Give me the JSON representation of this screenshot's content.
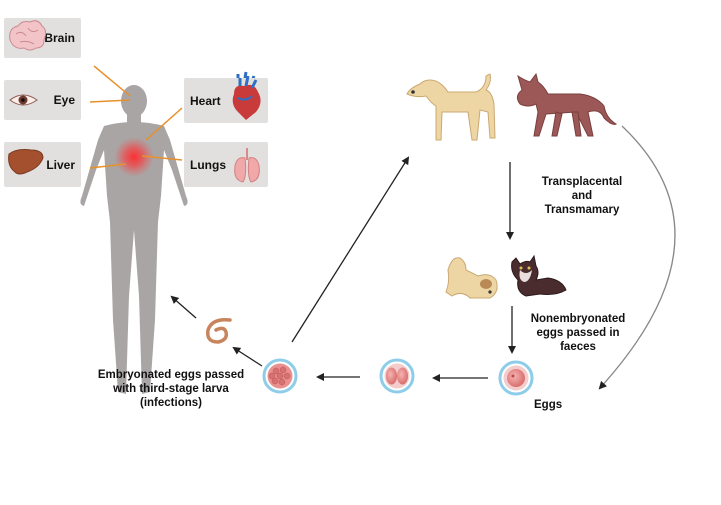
{
  "organs": {
    "brain": "Brain",
    "eye": "Eye",
    "heart": "Heart",
    "liver": "Liver",
    "lungs": "Lungs"
  },
  "labels": {
    "transplacental_line1": "Transplacental",
    "transplacental_line2": "and",
    "transplacental_line3": "Transmamary",
    "nonembryonated_line1": "Nonembryonated",
    "nonembryonated_line2": "eggs passed in",
    "nonembryonated_line3": "faeces",
    "eggs": "Eggs",
    "embryonated_line1": "Embryonated eggs passed",
    "embryonated_line2": "with third-stage larva",
    "embryonated_line3": "(infections)"
  },
  "icons": {
    "brain": "brain-icon",
    "eye": "eye-icon",
    "heart": "heart-icon",
    "liver": "liver-icon",
    "lungs": "lungs-icon",
    "human": "human-body-icon",
    "dog": "dog-icon",
    "cat": "cat-icon",
    "puppy": "puppy-icon",
    "kitten": "kitten-icon",
    "egg_unembryonated": "egg-icon",
    "egg_dividing": "dividing-egg-icon",
    "egg_embryonated": "embryonated-egg-icon",
    "larva": "larva-icon"
  },
  "colors": {
    "organ_box": "#e2dfdf",
    "human_body": "#a9a5a5",
    "pointer_line": "#e8902a",
    "inflammation": "#e8333a",
    "dog": "#eed6a4",
    "cat": "#9b5856",
    "egg_shell": "#8ecdea",
    "egg_cell": "#e98f8f",
    "larva": "#c8845c",
    "arrow": "#222222"
  }
}
